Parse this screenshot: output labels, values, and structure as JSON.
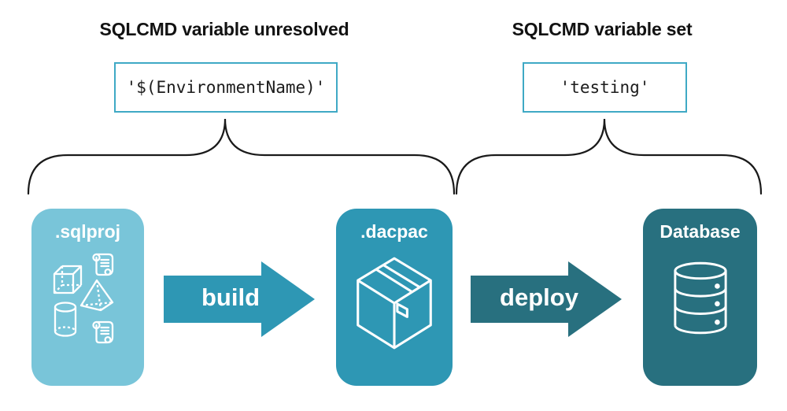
{
  "sections": {
    "unresolved": {
      "heading": "SQLCMD variable unresolved",
      "code": "'$(EnvironmentName)'"
    },
    "set": {
      "heading": "SQLCMD variable set",
      "code": "'testing'"
    }
  },
  "pipeline": {
    "sqlproj_label": ".sqlproj",
    "dacpac_label": ".dacpac",
    "database_label": "Database",
    "build_label": "build",
    "deploy_label": "deploy"
  },
  "icons": {
    "sqlproj_card": [
      "scroll-icon",
      "cube-icon",
      "pyramid-icon",
      "cylinder-icon",
      "scroll-icon"
    ],
    "dacpac_card": "package-box-icon",
    "database_card": "database-cylinder-icon"
  },
  "colors": {
    "light_blue_card": "#79c5d9",
    "teal_card_and_build_arrow": "#2e97b4",
    "dark_teal_card_and_deploy_arrow": "#28707f",
    "code_box_border": "#3fa9c5",
    "brace_stroke": "#1a1a1a",
    "text_dark": "#121212",
    "icon_white": "#ffffff"
  }
}
